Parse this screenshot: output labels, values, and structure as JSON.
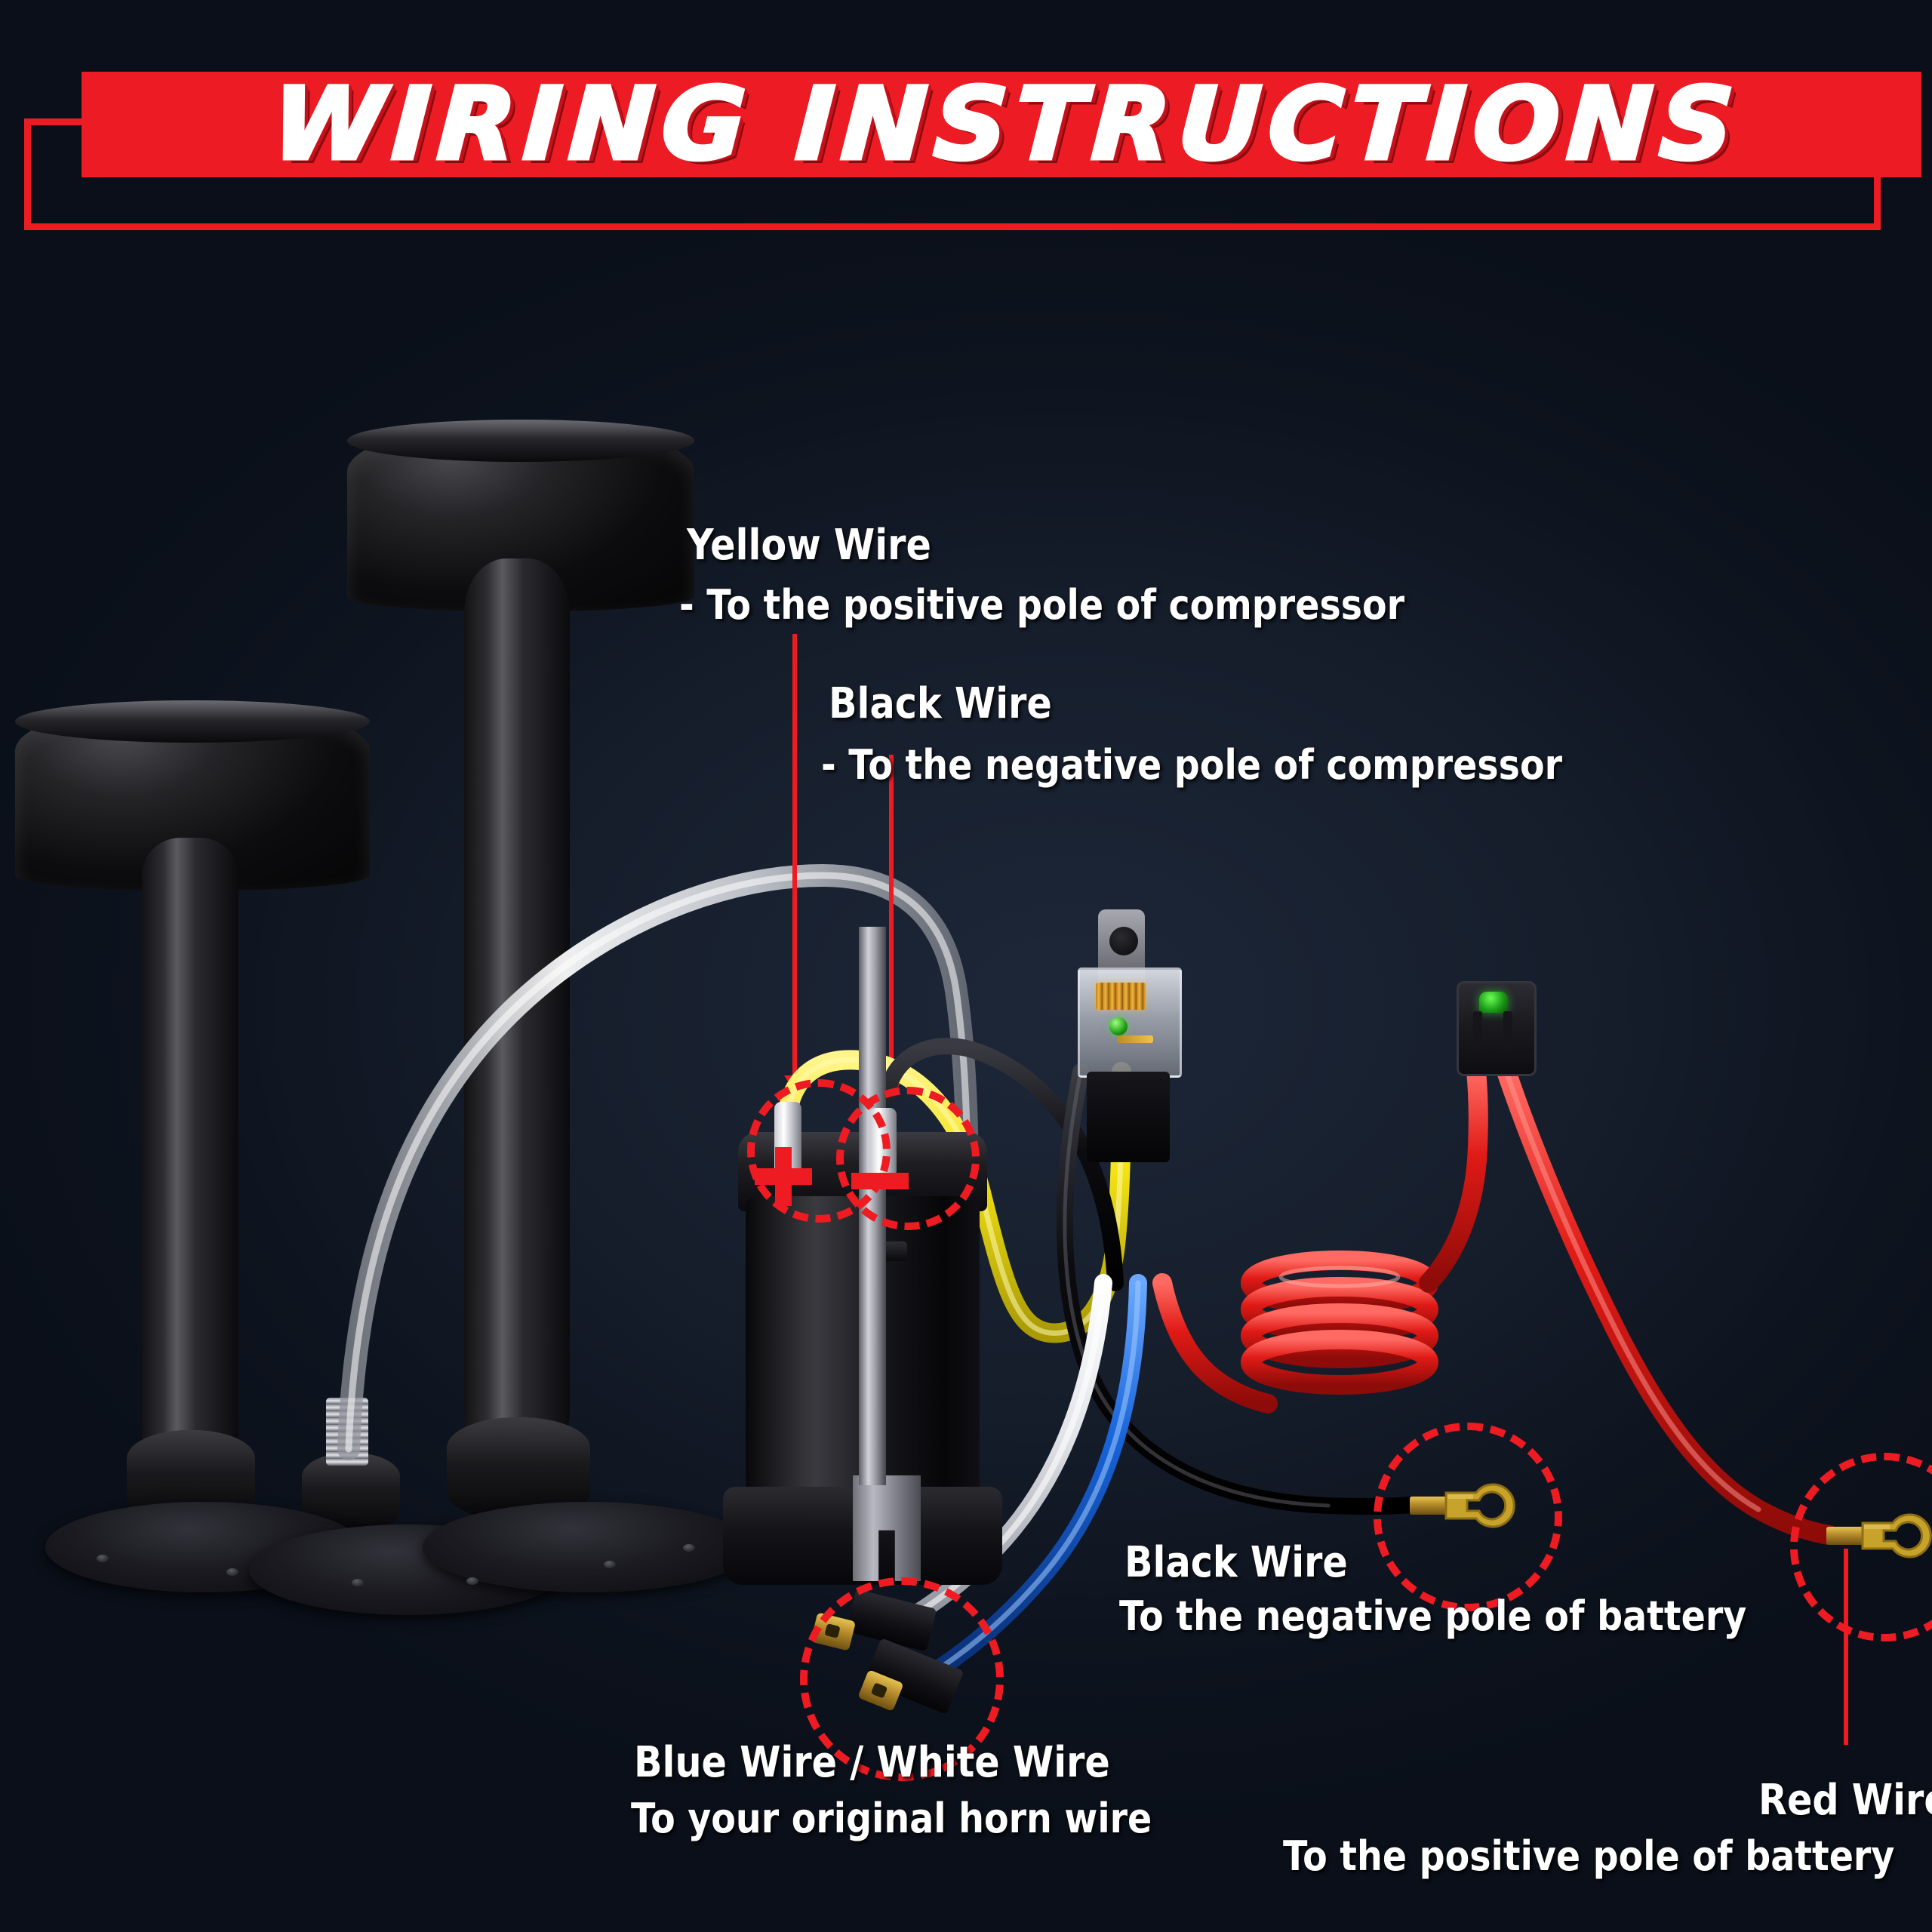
{
  "banner": {
    "title": "WIRING INSTRUCTIONS",
    "bar_color": "#ed1c24",
    "text_color": "#ffffff"
  },
  "background": {
    "color": "#111a28",
    "accent_red": "#ee1b22"
  },
  "callouts": [
    {
      "id": "yellow-wire",
      "heading": "Yellow Wire",
      "detail": "- To the positive pole of compressor",
      "wire_color": "#f2e11c"
    },
    {
      "id": "black-wire-compressor",
      "heading": "Black Wire",
      "detail": "- To the negative pole of compressor",
      "wire_color": "#0d0d0d"
    },
    {
      "id": "black-wire-battery",
      "heading": "Black Wire",
      "detail": "To the negative pole of battery",
      "wire_color": "#0d0d0d"
    },
    {
      "id": "blue-white-wire",
      "heading": "Blue Wire / White Wire",
      "detail": "To your original horn wire",
      "wire_color": "#1763d8"
    },
    {
      "id": "red-wire",
      "heading": "Red Wire",
      "detail": "To the positive pole of battery",
      "wire_color": "#e02020"
    }
  ],
  "compressor": {
    "positive_symbol": "+",
    "negative_symbol": "–",
    "positive_label": "positive terminal",
    "negative_label": "negative terminal"
  },
  "parts": {
    "horn_large": "air horn trumpet large",
    "horn_small": "air horn trumpet small",
    "air_hose": "clear air hose",
    "compressor": "air compressor",
    "relay": "automotive relay",
    "fuse_holder": "inline fuse holder",
    "ring_terminal_black": "fork terminal black wire",
    "ring_terminal_red": "fork terminal red wire",
    "spade_connectors": "blue and white spade connectors"
  }
}
